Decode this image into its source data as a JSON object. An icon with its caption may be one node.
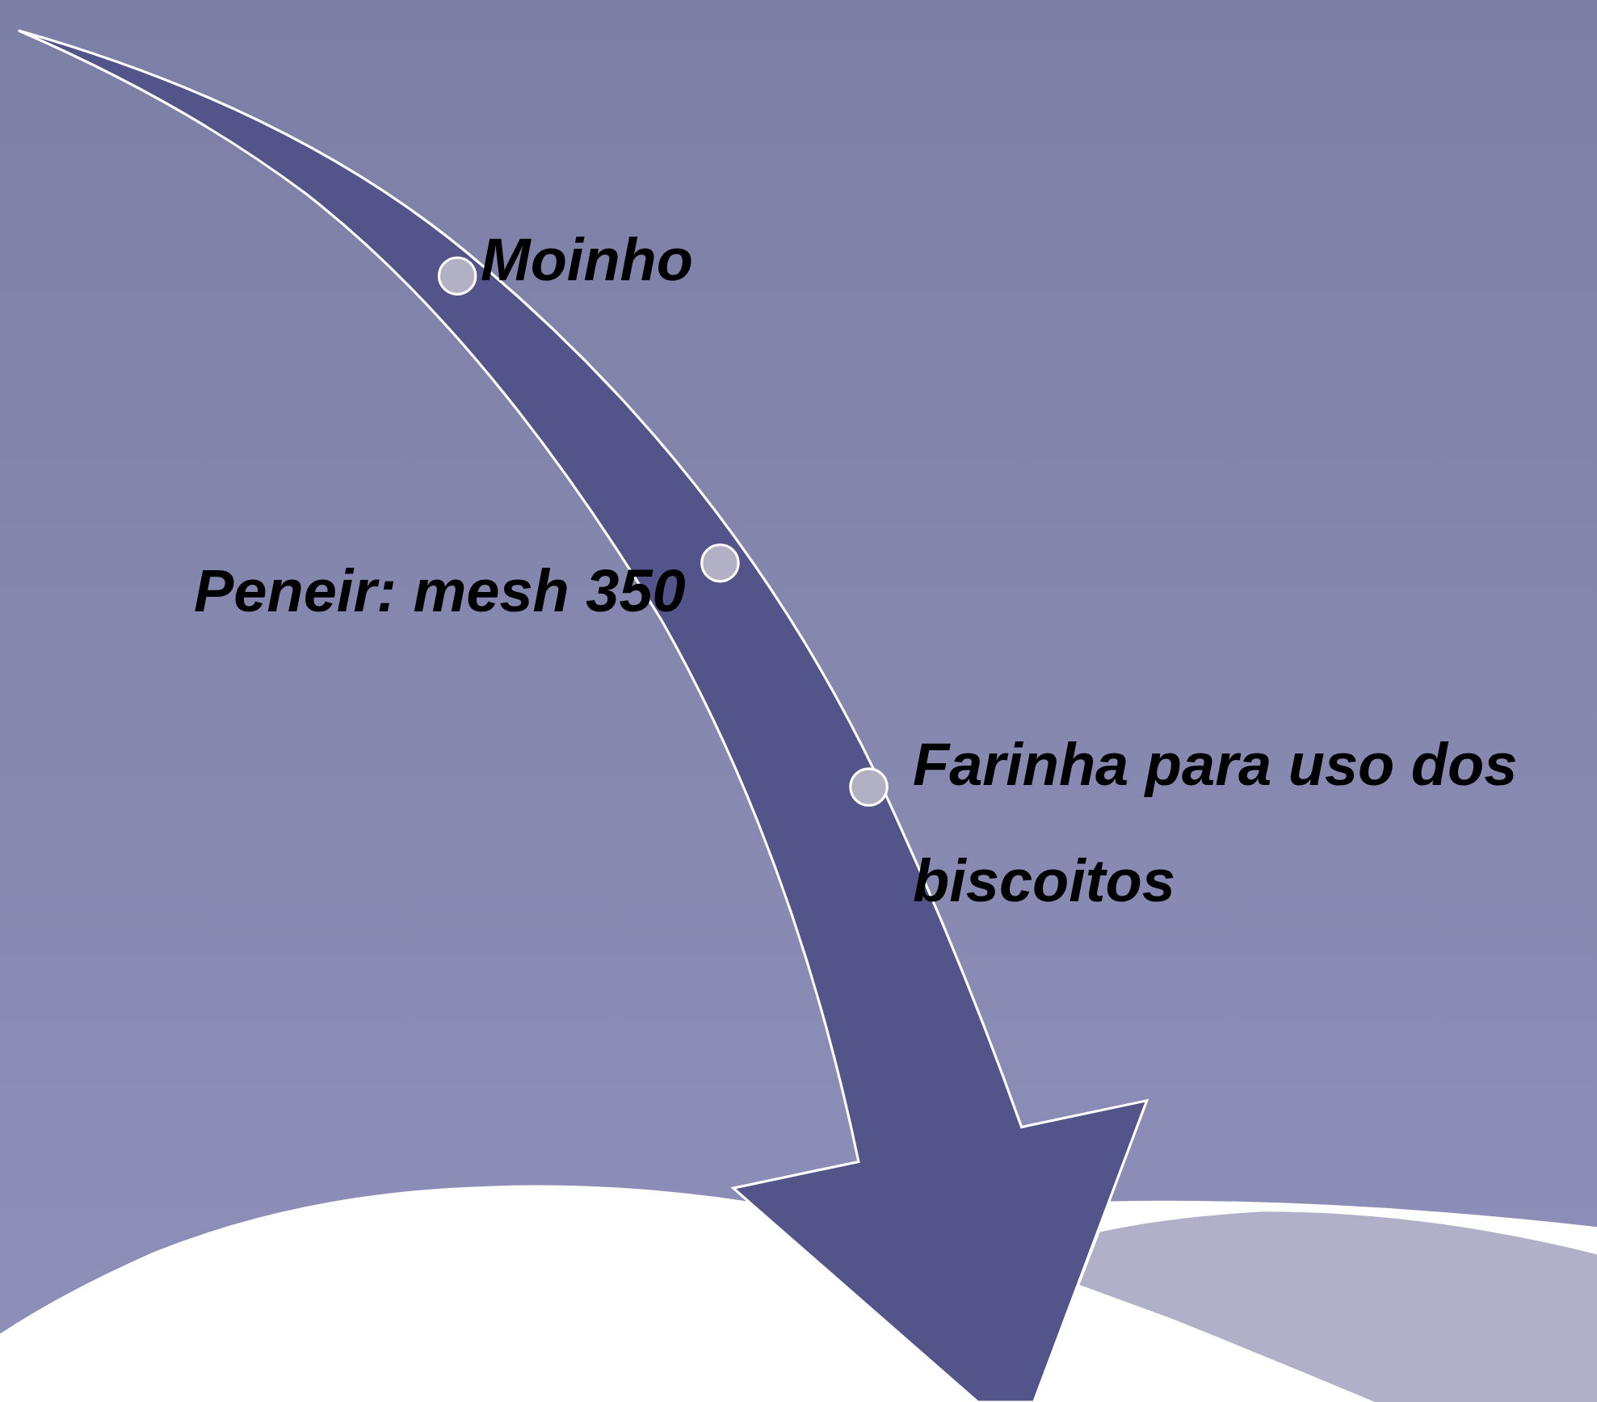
{
  "diagram": {
    "labels": [
      "Moinho",
      "Peneir: mesh 350",
      "Farinha para uso dos biscoitos"
    ]
  }
}
